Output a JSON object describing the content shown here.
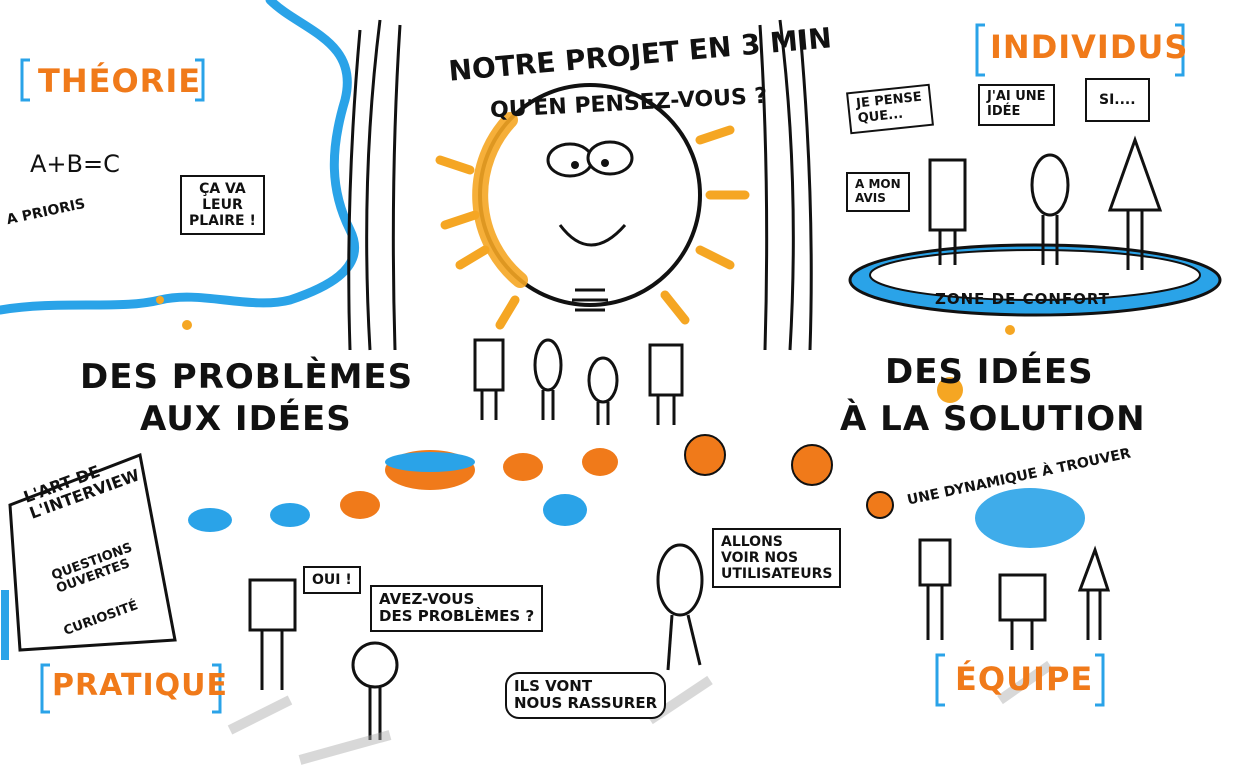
{
  "sections": {
    "theorie": "THÉORIE",
    "individus": "INDIVIDUS",
    "pratique": "PRATIQUE",
    "equipe": "ÉQUIPE"
  },
  "center": {
    "title_line1": "NOTRE PROJET EN 3 MIN",
    "title_line2": "QU'EN PENSEZ-VOUS ?"
  },
  "headings": {
    "left_line1": "DES PROBLÈMES",
    "left_line2": "AUX IDÉES",
    "right_line1": "DES IDÉES",
    "right_line2": "À LA SOLUTION"
  },
  "theory": {
    "formula": "A+B=C",
    "apriori": "A PRIORIS",
    "bubble": "ÇA VA\nLEUR\nPLAIRE !"
  },
  "individus_bubbles": {
    "b1": "JE PENSE\nQUE...",
    "b2": "J'AI UNE\nIDÉE",
    "b3": "SI....",
    "b4": "A MON\nAVIS",
    "zone": "ZONE DE CONFORT"
  },
  "interview": {
    "title": "L'ART DE\nL'INTERVIEW",
    "item1": "QUESTIONS\nOUVERTES",
    "item2": "CURIOSITÉ"
  },
  "bottom": {
    "oui": "OUI !",
    "avez_vous": "AVEZ-VOUS\nDES PROBLÈMES ?",
    "allons": "ALLONS\nVOIR NOS\nUTILISATEURS",
    "rassurer": "ILS VONT\nNOUS RASSURER",
    "dynamique": "UNE DYNAMIQUE À TROUVER"
  },
  "colors": {
    "accent_orange": "#f07a1a",
    "accent_blue": "#2aa3e8",
    "ink": "#111111"
  }
}
